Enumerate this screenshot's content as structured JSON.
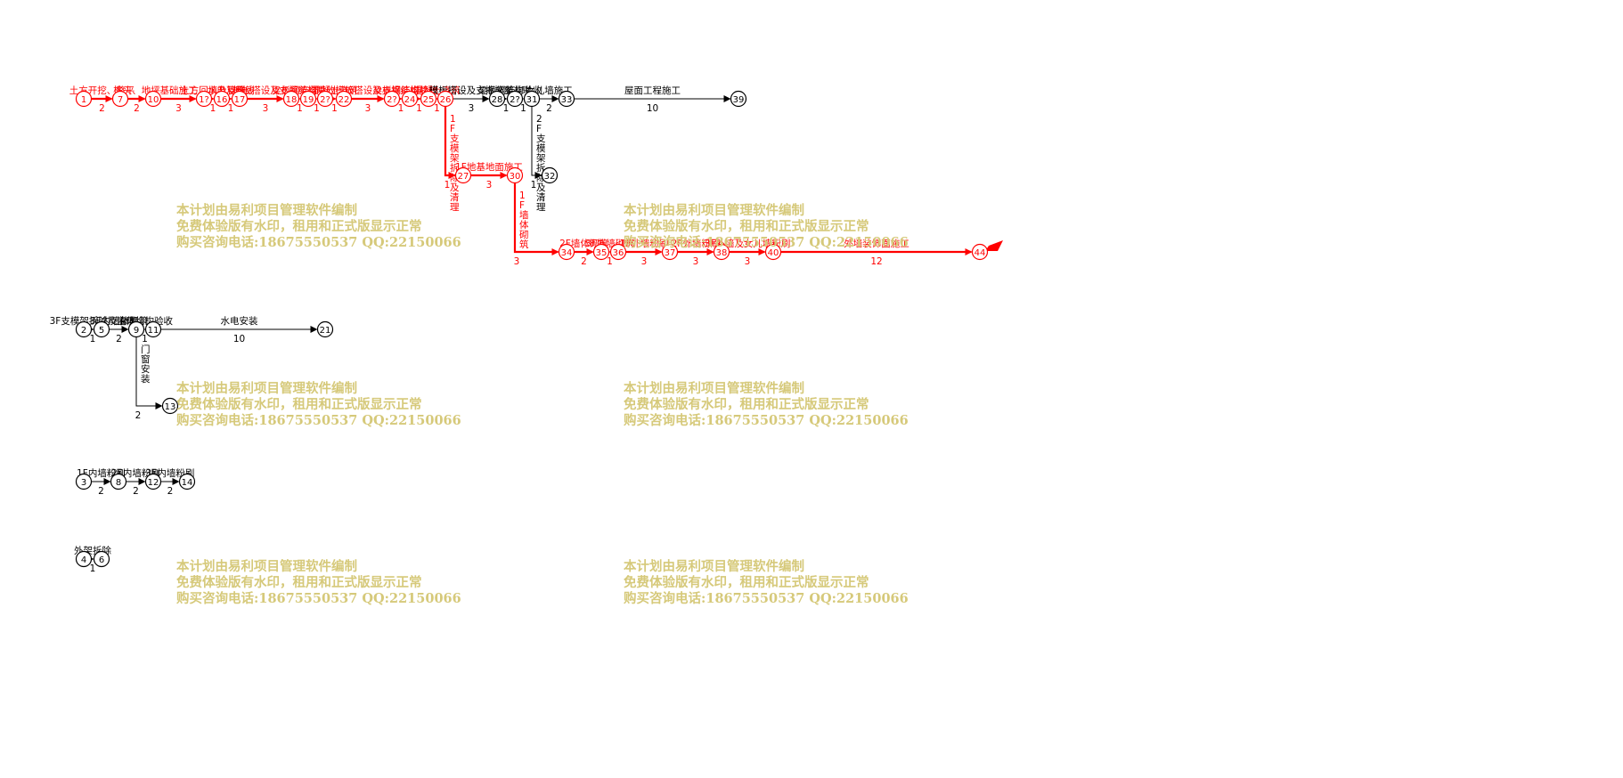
{
  "watermark": {
    "line1": "本计划由易利项目管理软件编制",
    "line2": "免费体验版有水印，租用和正式版显示正常",
    "line3": "购买咨询电话:18675550537 QQ:22150066"
  },
  "colors": {
    "critical": "#ff0000",
    "normal": "#000000",
    "watermark": "#d6c97a",
    "background": "#ffffff"
  },
  "nodes": [
    {
      "id": "1",
      "critical": true
    },
    {
      "id": "7",
      "critical": true
    },
    {
      "id": "10",
      "critical": true
    },
    {
      "id": "1?",
      "critical": true
    },
    {
      "id": "16",
      "critical": true
    },
    {
      "id": "17",
      "critical": true
    },
    {
      "id": "18",
      "critical": true
    },
    {
      "id": "19",
      "critical": true
    },
    {
      "id": "2?",
      "critical": true
    },
    {
      "id": "22",
      "critical": true
    },
    {
      "id": "2?",
      "critical": true
    },
    {
      "id": "24",
      "critical": true
    },
    {
      "id": "25",
      "critical": true
    },
    {
      "id": "26",
      "critical": true
    },
    {
      "id": "28",
      "critical": false
    },
    {
      "id": "2?",
      "critical": false
    },
    {
      "id": "31",
      "critical": false
    },
    {
      "id": "33",
      "critical": false
    },
    {
      "id": "39",
      "critical": false
    },
    {
      "id": "32",
      "critical": false
    },
    {
      "id": "27",
      "critical": true
    },
    {
      "id": "30",
      "critical": true
    },
    {
      "id": "34",
      "critical": true
    },
    {
      "id": "35",
      "critical": true
    },
    {
      "id": "36",
      "critical": true
    },
    {
      "id": "37",
      "critical": true
    },
    {
      "id": "38",
      "critical": true
    },
    {
      "id": "40",
      "critical": true
    },
    {
      "id": "44",
      "critical": true
    },
    {
      "id": "2",
      "critical": false
    },
    {
      "id": "5",
      "critical": false
    },
    {
      "id": "9",
      "critical": false
    },
    {
      "id": "11",
      "critical": false
    },
    {
      "id": "21",
      "critical": false
    },
    {
      "id": "13",
      "critical": false
    },
    {
      "id": "3",
      "critical": false
    },
    {
      "id": "8",
      "critical": false
    },
    {
      "id": "12",
      "critical": false
    },
    {
      "id": "14",
      "critical": false
    },
    {
      "id": "4",
      "critical": false
    },
    {
      "id": "6",
      "critical": false
    }
  ],
  "activities": [
    {
      "name": "土方开挖、整平",
      "duration": "2",
      "critical": true
    },
    {
      "name": "桩头、地坪",
      "duration": "2",
      "critical": true
    },
    {
      "name": "基础施工",
      "duration": "3",
      "critical": true
    },
    {
      "name": "土方回填及管线",
      "duration": "1",
      "critical": true
    },
    {
      "name": "水电及暗线",
      "duration": "1",
      "critical": true
    },
    {
      "name": "模板搭设及支撑",
      "duration": "3",
      "critical": true
    },
    {
      "name": "梁板钢筋绑扎",
      "duration": "1",
      "critical": true
    },
    {
      "name": "结构验收",
      "duration": "1",
      "critical": true
    },
    {
      "name": "混凝土浇筑",
      "duration": "1",
      "critical": true
    },
    {
      "name": "模板搭设及支撑",
      "duration": "3",
      "critical": true
    },
    {
      "name": "梁板钢筋绑扎",
      "duration": "1",
      "critical": true
    },
    {
      "name": "结构验收",
      "duration": "1",
      "critical": true
    },
    {
      "name": "混凝土浇筑",
      "duration": "1",
      "critical": true
    },
    {
      "name": "模板搭设及支撑施工",
      "duration": "3",
      "critical": false
    },
    {
      "name": "梁板钢筋绑扎",
      "duration": "1",
      "critical": false
    },
    {
      "name": "结构验收",
      "duration": "1",
      "critical": false
    },
    {
      "name": "女儿墙施工",
      "duration": "2",
      "critical": false
    },
    {
      "name": "屋面工程施工",
      "duration": "10",
      "critical": false
    },
    {
      "name": "2F支模架拆除及清理",
      "duration": "1",
      "critical": false
    },
    {
      "name": "1F支模架拆除及清理",
      "duration": "1",
      "critical": true
    },
    {
      "name": "1F地基地面施工",
      "duration": "3",
      "critical": true
    },
    {
      "name": "1F墙体砌筑",
      "duration": "3",
      "critical": true
    },
    {
      "name": "2F墙体砌筑",
      "duration": "2",
      "critical": true
    },
    {
      "name": "3F外墙砌筑",
      "duration": "1",
      "critical": true
    },
    {
      "name": "1F外墙粉刷",
      "duration": "3",
      "critical": true
    },
    {
      "name": "2F外墙粉刷",
      "duration": "3",
      "critical": true
    },
    {
      "name": "3F外墙及女儿墙粉刷",
      "duration": "3",
      "critical": true
    },
    {
      "name": "外墙装饰面施工",
      "duration": "12",
      "critical": true
    },
    {
      "name": "3F支模架拆除及清理",
      "duration": "1",
      "critical": false
    },
    {
      "name": "3F内墙体砌筑",
      "duration": "2",
      "critical": false
    },
    {
      "name": "主体结构验收",
      "duration": "1",
      "critical": false
    },
    {
      "name": "水电安装",
      "duration": "10",
      "critical": false
    },
    {
      "name": "门窗安装",
      "duration": "2",
      "critical": false
    },
    {
      "name": "1F内墙粉刷",
      "duration": "2",
      "critical": false
    },
    {
      "name": "2F内墙粉刷",
      "duration": "2",
      "critical": false
    },
    {
      "name": "3F内墙粉刷",
      "duration": "2",
      "critical": false
    },
    {
      "name": "外架拆除",
      "duration": "1",
      "critical": false
    }
  ]
}
